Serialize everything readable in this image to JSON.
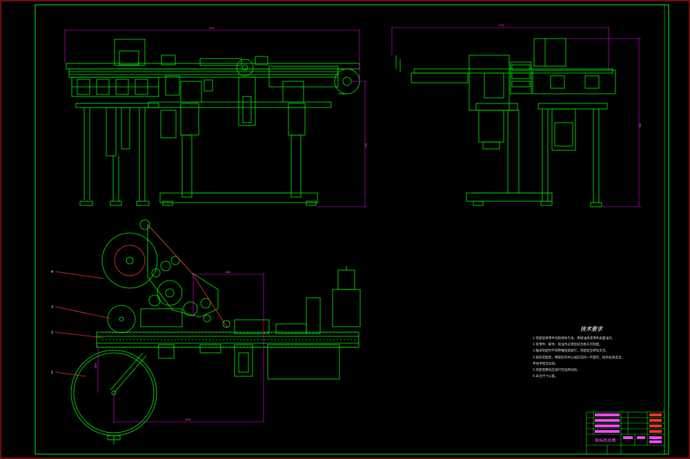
{
  "sheet": {
    "background": "#000000",
    "frame_color": "#d81e1e",
    "border_color": "#00ff00",
    "geometry_color": "#00ff00",
    "dimension_color": "#ff00ff",
    "leader_color": "#ff3030",
    "text_color": "#ffffff"
  },
  "views": {
    "front": {
      "dims": [
        "1920",
        "700"
      ]
    },
    "side": {
      "dims": [
        "1270",
        "900"
      ]
    },
    "top": {
      "dims": [
        "2000",
        "1000",
        "1650"
      ],
      "tags": [
        "4",
        "3",
        "2",
        "1"
      ]
    }
  },
  "technical_notes": {
    "title": "技术要求",
    "items": [
      "1.装配前将零件毛刺清除干净，用煤油清洗零件表面油污。",
      "2.各零件、部件、标准件必须检验合格方可装配。",
      "3.轴承装配时不得用锤直接敲打，装配后应转动灵活。",
      "4.链轮装配后，两链轮的中心线应在同一平面内，链条松紧适当，",
      "   传动平稳无异响。",
      "5.装配后整机应进行空运转试验。",
      "6.未注尺寸公差。"
    ]
  },
  "title_block": {
    "drawing_name": "贴标机总图"
  }
}
